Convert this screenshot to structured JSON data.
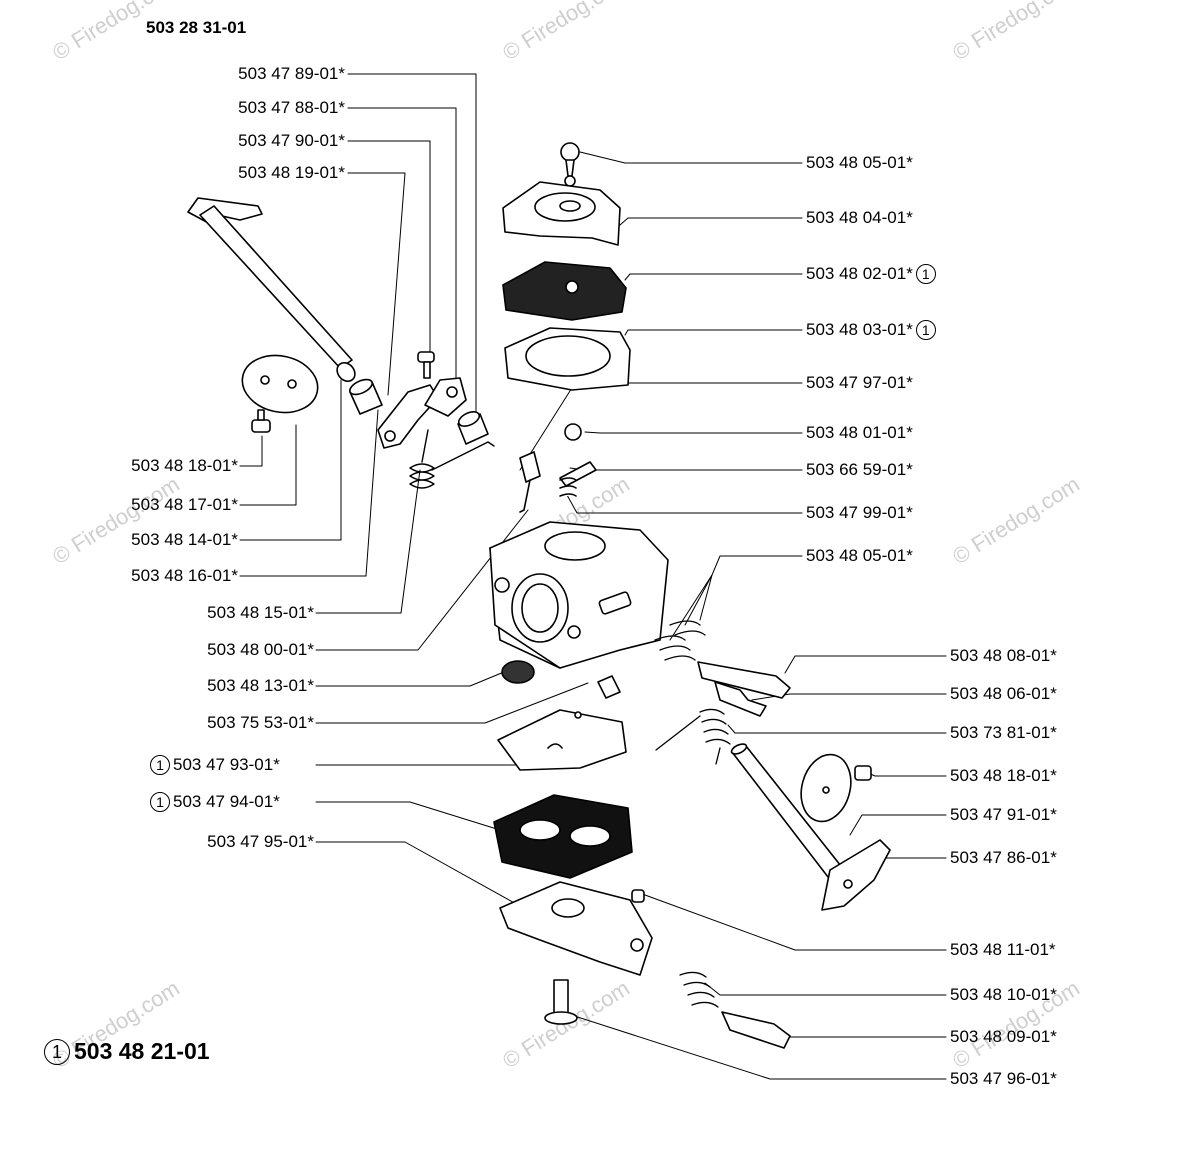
{
  "header": {
    "part_number": "503 28 31-01"
  },
  "kit": {
    "marker": "1",
    "part_number": "503 48 21-01"
  },
  "watermark": "© Firedog.com",
  "callouts_left": [
    {
      "id": "l1",
      "label": "503 47 89-01*"
    },
    {
      "id": "l2",
      "label": "503 47 88-01*"
    },
    {
      "id": "l3",
      "label": "503 47 90-01*"
    },
    {
      "id": "l4",
      "label": "503 48 19-01*"
    },
    {
      "id": "l5",
      "label": "503 48 18-01*"
    },
    {
      "id": "l6",
      "label": "503 48 17-01*"
    },
    {
      "id": "l7",
      "label": "503 48 14-01*"
    },
    {
      "id": "l8",
      "label": "503 48 16-01*"
    },
    {
      "id": "l9",
      "label": "503 48 15-01*"
    },
    {
      "id": "l10",
      "label": "503 48 00-01*"
    },
    {
      "id": "l11",
      "label": "503 48 13-01*"
    },
    {
      "id": "l12",
      "label": "503 75 53-01*"
    },
    {
      "id": "l13",
      "label": "503 47 93-01*",
      "marker": "1"
    },
    {
      "id": "l14",
      "label": "503 47 94-01*",
      "marker": "1"
    },
    {
      "id": "l15",
      "label": "503 47 95-01*"
    }
  ],
  "callouts_right": [
    {
      "id": "r1",
      "label": "503 48 05-01*"
    },
    {
      "id": "r2",
      "label": "503 48 04-01*"
    },
    {
      "id": "r3",
      "label": "503 48 02-01*",
      "marker": "1"
    },
    {
      "id": "r4",
      "label": "503 48 03-01*",
      "marker": "1"
    },
    {
      "id": "r5",
      "label": "503 47 97-01*"
    },
    {
      "id": "r6",
      "label": "503 48 01-01*"
    },
    {
      "id": "r7",
      "label": "503 66 59-01*"
    },
    {
      "id": "r8",
      "label": "503 47 99-01*"
    },
    {
      "id": "r9",
      "label": "503 48 05-01*"
    },
    {
      "id": "r10",
      "label": "503 48 08-01*"
    },
    {
      "id": "r11",
      "label": "503 48 06-01*"
    },
    {
      "id": "r12",
      "label": "503 73 81-01*"
    },
    {
      "id": "r13",
      "label": "503 48 18-01*"
    },
    {
      "id": "r14",
      "label": "503 47 91-01*"
    },
    {
      "id": "r15",
      "label": "503 47 86-01*"
    },
    {
      "id": "r16",
      "label": "503 48 11-01*"
    },
    {
      "id": "r17",
      "label": "503 48 10-01*"
    },
    {
      "id": "r18",
      "label": "503 48 09-01*"
    },
    {
      "id": "r19",
      "label": "503 47 96-01*"
    }
  ]
}
